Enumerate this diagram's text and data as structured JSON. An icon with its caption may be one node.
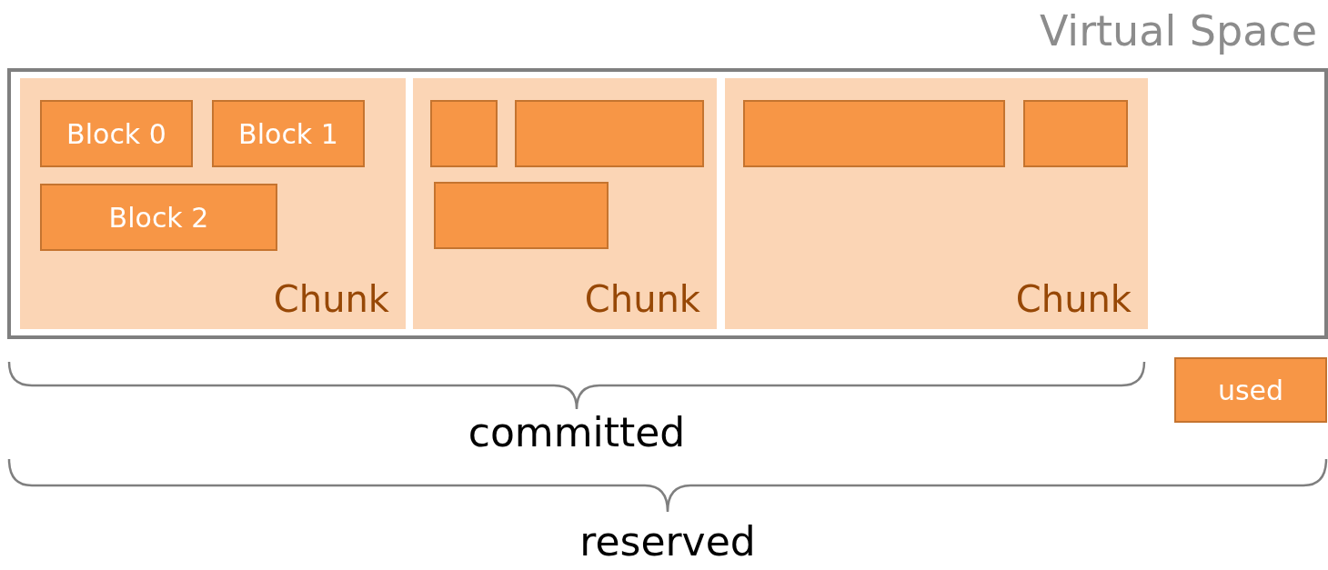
{
  "diagram": {
    "nodes": [
      {
        "text": [
          "Virtual Space"
        ]
      },
      {
        "text": [
          "Chunk"
        ],
        "in": 0
      },
      {
        "text": [
          "Block 0"
        ],
        "in": 1
      },
      {
        "text": [
          "Block 1"
        ],
        "in": 1
      },
      {
        "text": [
          "Block 2"
        ],
        "in": 1
      },
      {
        "text": [
          "Chunk"
        ],
        "in": 0
      },
      {
        "text": [],
        "shape": "box",
        "in": 5
      },
      {
        "text": [],
        "shape": "box",
        "in": 5
      },
      {
        "text": [],
        "shape": "box",
        "in": 5
      },
      {
        "text": [
          "Chunk"
        ],
        "in": 0
      },
      {
        "text": [],
        "shape": "box",
        "in": 9
      },
      {
        "text": [],
        "shape": "box",
        "in": 9
      }
    ],
    "edges": [],
    "labels": [
      "committed",
      "reserved"
    ],
    "legend": [
      {
        "text": "used",
        "color": "#f79646"
      }
    ]
  }
}
